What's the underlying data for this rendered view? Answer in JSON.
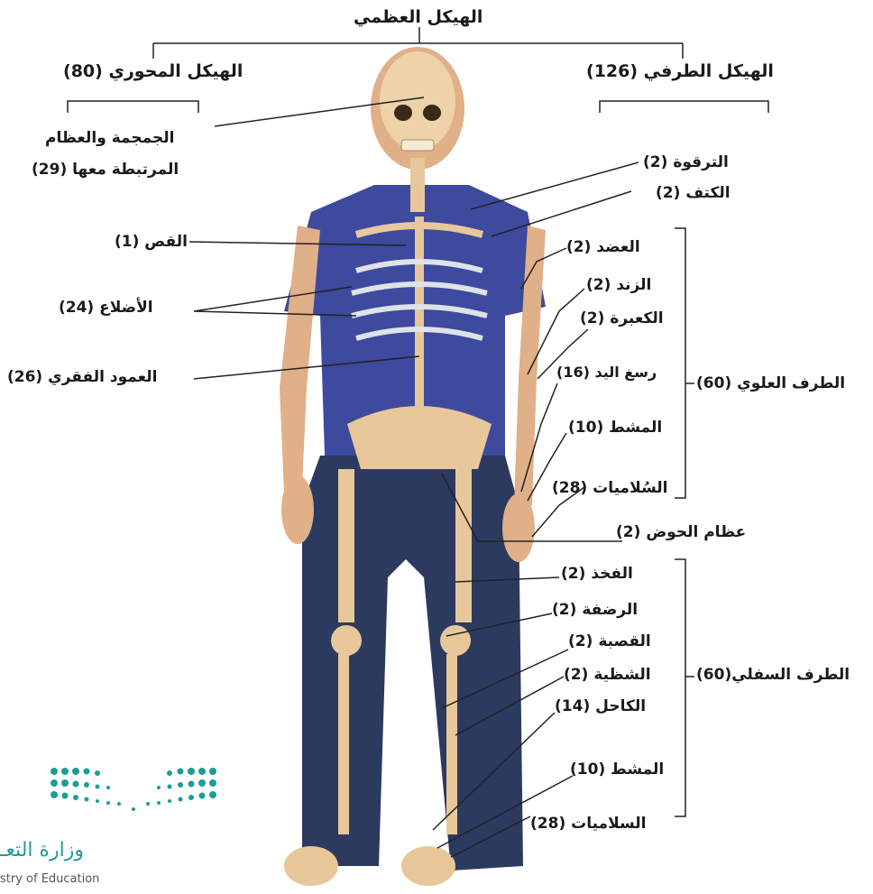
{
  "title": "الهيكل العظمي",
  "axial": {
    "name": "الهيكل المحوري",
    "count": "(80)"
  },
  "appendicular": {
    "name": "الهيكل الطرفي",
    "count": "(126)"
  },
  "skull": {
    "line1": "الجمجمة والعظام",
    "line2": "المرتبطة معها",
    "count": "(29)"
  },
  "left_labels": {
    "sternum": "(1) القص",
    "ribs": "(24) الأضلاع",
    "spine": "(26) العمود الفقري"
  },
  "right_labels": {
    "clavicle": "الترقوة (2)",
    "scapula": "الكتف (2)",
    "humerus": "العضد (2)",
    "ulna": "الزند (2)",
    "radius": "الكعبرة (2)",
    "carpals": "رسغ اليد (16)",
    "metacarpals": "المشط (10)",
    "phalanges_hand": "السُلاميات (28)",
    "pelvis": "عظام الحوض (2)",
    "femur": "الفخذ (2)",
    "patella": "الرضفة (2)",
    "tibia": "القصبة (2)",
    "fibula": "الشظية (2)",
    "tarsals": "الكاحل (14)",
    "metatarsals": "المشط (10)",
    "phalanges_foot": "السلاميات (28)"
  },
  "groups": {
    "upper_limb": "الطرف العلوي (60)",
    "lower_limb": "الطرف السفلي(60)"
  },
  "logo": {
    "arabic": "وزارة التعـ",
    "english": "stry of Education"
  },
  "colors": {
    "shirt": "#3e4a9e",
    "pants": "#2c3a5f",
    "bone": "#e8c79a",
    "skin": "#e0b088",
    "text": "#1a1a1a",
    "logo": "#1e9c95"
  }
}
